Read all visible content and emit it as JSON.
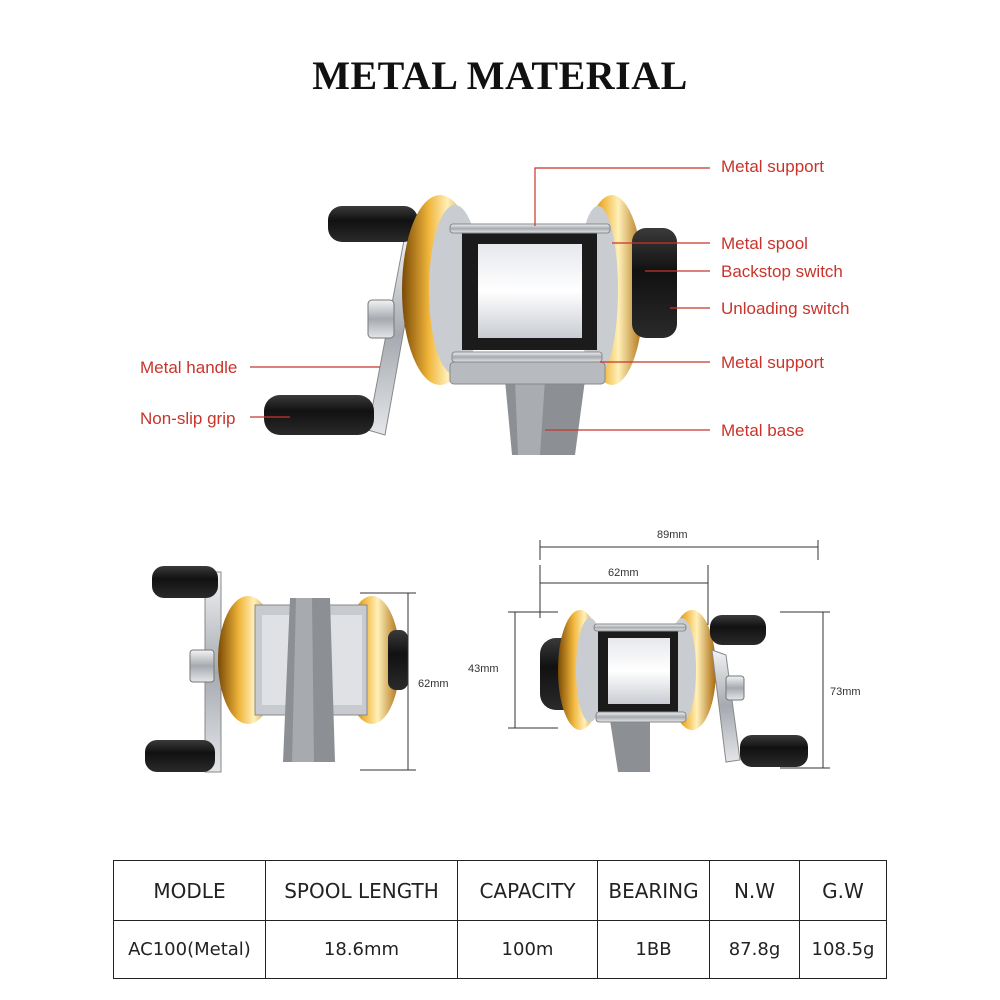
{
  "title": "METAL MATERIAL",
  "colors": {
    "callout": "#c8342b",
    "gold": "#d8910f",
    "silver": "#c9ccd0",
    "black": "#1a1a1a"
  },
  "callouts": {
    "metal_support_top": "Metal support",
    "metal_spool": "Metal spool",
    "backstop_switch": "Backstop switch",
    "unloading_switch": "Unloading switch",
    "metal_support_bottom": "Metal support",
    "metal_base": "Metal base",
    "metal_handle": "Metal handle",
    "non_slip_grip": "Non-slip grip"
  },
  "dimensions": {
    "side_height": "62mm",
    "overall_width": "89mm",
    "body_width": "62mm",
    "body_height": "43mm",
    "overall_height": "73mm"
  },
  "spec_table": {
    "headers": [
      "MODLE",
      "SPOOL LENGTH",
      "CAPACITY",
      "BEARING",
      "N.W",
      "G.W"
    ],
    "rows": [
      [
        "AC100(Metal)",
        "18.6mm",
        "100m",
        "1BB",
        "87.8g",
        "108.5g"
      ]
    ]
  }
}
